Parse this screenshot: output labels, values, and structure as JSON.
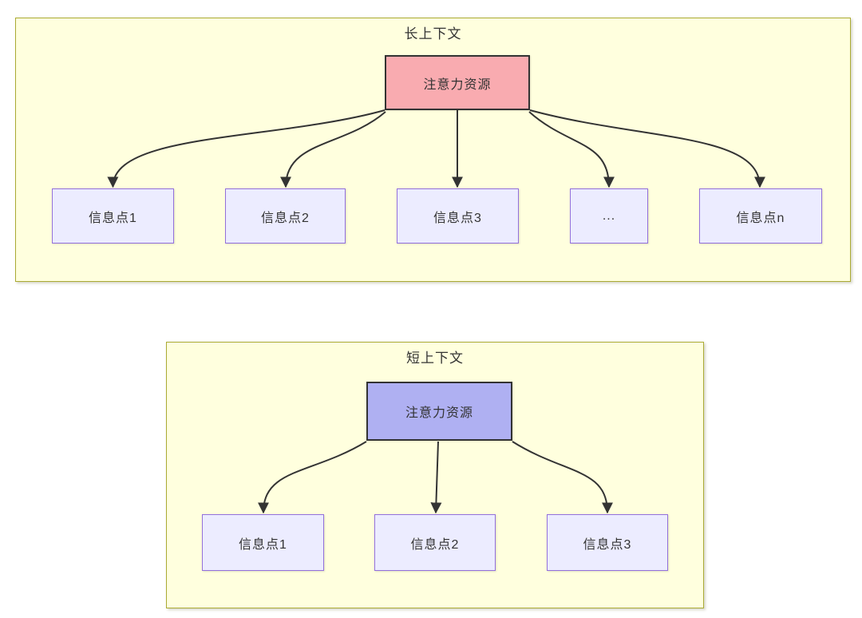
{
  "diagram": {
    "type": "flowchart",
    "panels": [
      {
        "title": "长上下文",
        "root": {
          "label": "注意力资源",
          "fill": "#f9abb0"
        },
        "children": [
          {
            "label": "信息点1"
          },
          {
            "label": "信息点2"
          },
          {
            "label": "信息点3"
          },
          {
            "label": "..."
          },
          {
            "label": "信息点n"
          }
        ]
      },
      {
        "title": "短上下文",
        "root": {
          "label": "注意力资源",
          "fill": "#afb0f2"
        },
        "children": [
          {
            "label": "信息点1"
          },
          {
            "label": "信息点2"
          },
          {
            "label": "信息点3"
          }
        ]
      }
    ],
    "colors": {
      "background": "#ffffff",
      "panel_fill": "#ffffde",
      "panel_border": "#aaaa33",
      "child_fill": "#ececff",
      "child_border": "#9370db",
      "root_border": "#333333",
      "edge": "#333333",
      "text": "#333333"
    }
  }
}
